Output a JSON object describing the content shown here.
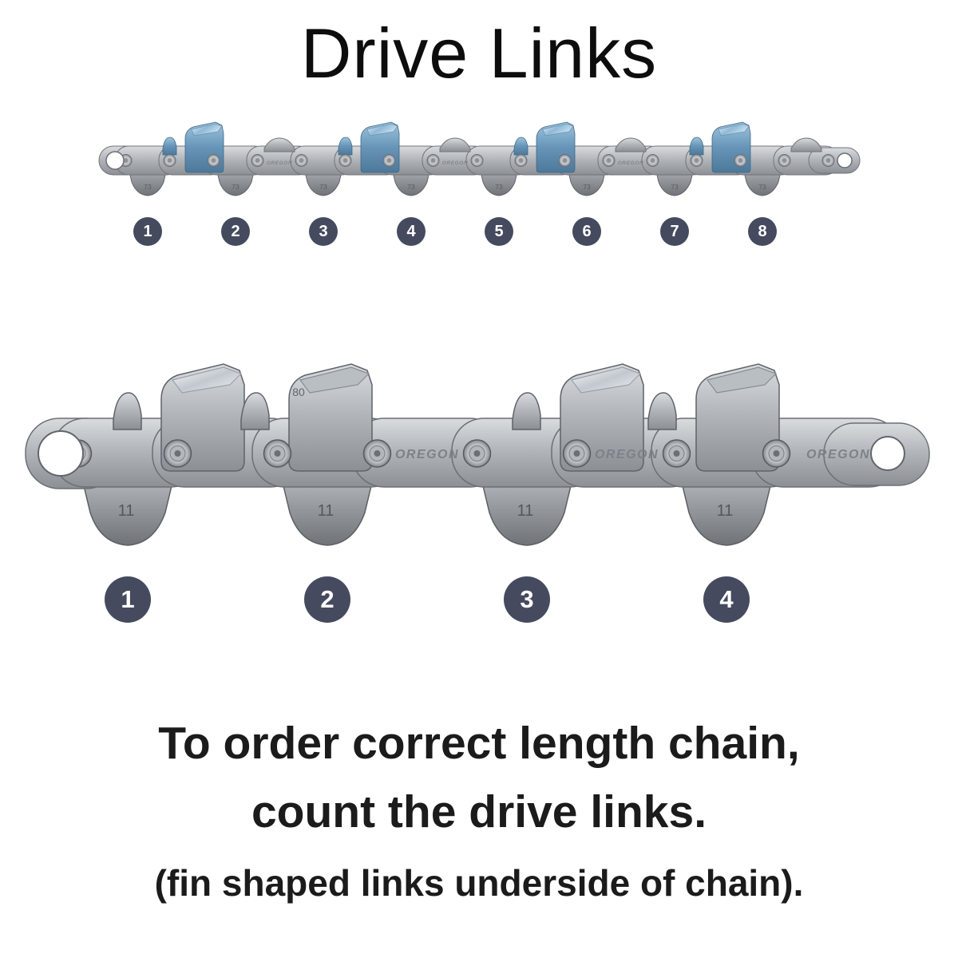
{
  "title": "Drive Links",
  "brand_label": "OREGON",
  "chain_small": {
    "fin_stamp": "73",
    "badges": [
      "1",
      "2",
      "3",
      "4",
      "5",
      "6",
      "7",
      "8"
    ]
  },
  "chain_large": {
    "fin_stamp": "11",
    "cutter_stamp": "80",
    "badges": [
      "1",
      "2",
      "3",
      "4"
    ]
  },
  "footer": {
    "line1": "To order correct length chain,",
    "line2": "count the drive links.",
    "line3": "(fin shaped links underside of chain)."
  },
  "colors": {
    "badge_background": "#454a5f",
    "badge_text": "#ffffff",
    "body_text": "#1b1b1b",
    "chain_steel": "#a9adb2",
    "cutter_blue": "#6795b8"
  }
}
